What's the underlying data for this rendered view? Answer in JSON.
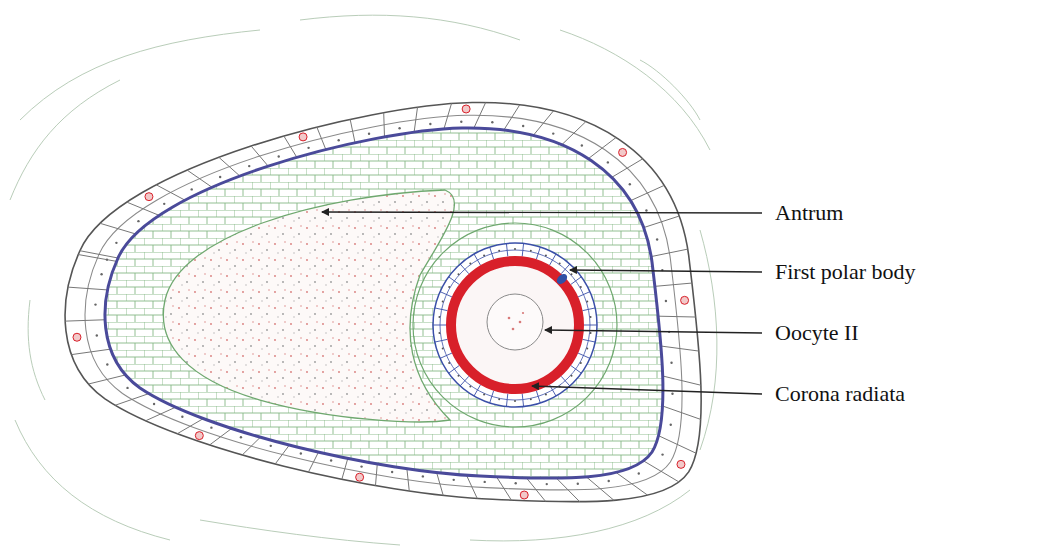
{
  "diagram": {
    "labels": [
      "Antrum",
      "First polar body",
      "Oocyte II",
      "Corona radiata"
    ]
  }
}
